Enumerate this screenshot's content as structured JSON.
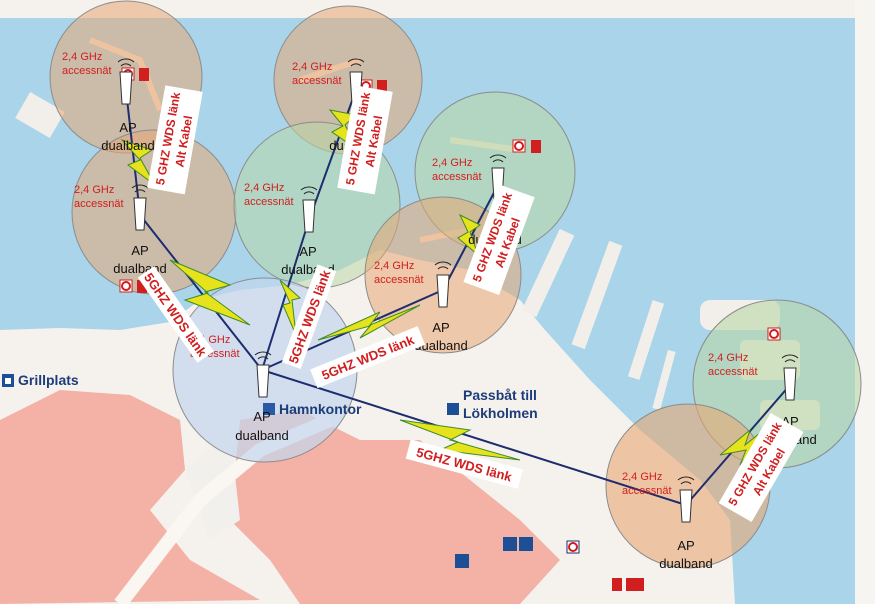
{
  "map": {
    "grill_label": "Grillplats",
    "harbor_office_label": "Hamnkontor",
    "boat_label_1": "Passbåt till",
    "boat_label_2": "Lökholmen"
  },
  "ap": {
    "line1": "AP",
    "line2": "dualband"
  },
  "coverage": {
    "line1": "2,4 GHz",
    "line2": "accessnät"
  },
  "links": {
    "wds": "5GHZ WDS länk",
    "wds_spaced": "5 GHZ WDS länk",
    "alt": "Alt Kabel"
  },
  "colors": {
    "water": "#a9d4ea",
    "land": "#f3efe9",
    "coverage_orange": "#e8a673",
    "coverage_green": "#b9d7a6",
    "coverage_blue": "#c3d6ee",
    "label_red": "#d11e1e",
    "link_line": "#1d2d6e",
    "bolt_yellow": "#e6e21b",
    "bolt_green": "#3f8c2a"
  }
}
